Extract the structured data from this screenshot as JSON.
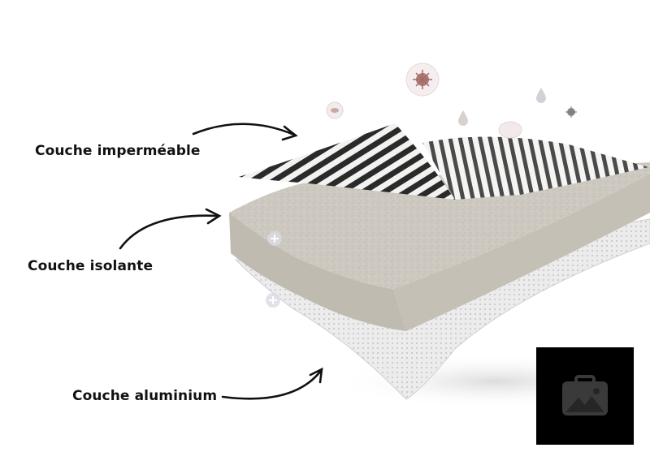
{
  "labels": {
    "waterproof": "Couche imperméable",
    "insulating": "Couche isolante",
    "aluminium": "Couche aluminium"
  },
  "colors": {
    "text": "#111111",
    "arrow": "#111111",
    "foam": "#c9c5bc",
    "foam_side": "#b9b5ab",
    "stripe_dark": "#2a2a2a",
    "stripe_light": "#f2f2f0",
    "foil": "#e6e6e6",
    "badge_bg": "#000000",
    "badge_icon": "#3a3a3a"
  },
  "icons": {
    "badge": "image-placeholder-icon",
    "plus": "plus-icon",
    "microbe": "microbe-icon",
    "droplet": "droplet-icon"
  }
}
